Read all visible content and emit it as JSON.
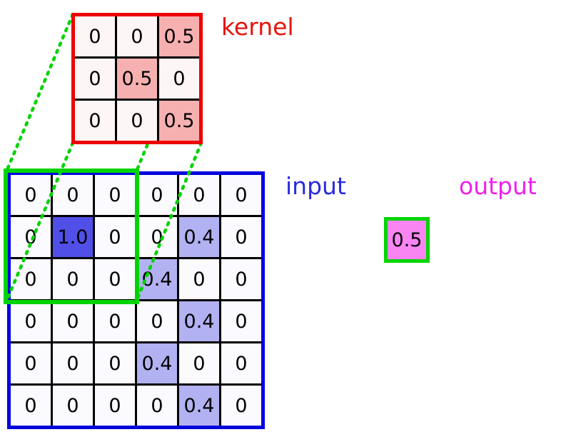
{
  "labels": {
    "kernel": "kernel",
    "input": "input",
    "output": "output"
  },
  "kernel": {
    "values": [
      [
        "0",
        "0",
        "0.5"
      ],
      [
        "0",
        "0.5",
        "0"
      ],
      [
        "0",
        "0",
        "0.5"
      ]
    ]
  },
  "input": {
    "values": [
      [
        "0",
        "0",
        "0",
        "0",
        "0",
        "0"
      ],
      [
        "0",
        "1.0",
        "0",
        "0",
        "0.4",
        "0"
      ],
      [
        "0",
        "0",
        "0",
        "0.4",
        "0",
        "0"
      ],
      [
        "0",
        "0",
        "0",
        "0",
        "0.4",
        "0"
      ],
      [
        "0",
        "0",
        "0",
        "0.4",
        "0",
        "0"
      ],
      [
        "0",
        "0",
        "0",
        "0",
        "0.4",
        "0"
      ]
    ]
  },
  "output": {
    "value": "0.5"
  },
  "colors": {
    "kernel_border": "#ee0000",
    "kernel_label": "#e81309",
    "kernel_zero_bg": "#fdf6f6",
    "kernel_active_bg": "#f7b0b0",
    "input_border": "#0000dd",
    "input_label": "#2a2ae0",
    "input_zero_bg": "#fafaff",
    "input_mid_bg": "#b2b2f2",
    "input_peak_bg": "#5050e8",
    "highlight_green": "#00d400",
    "output_label": "#ee22ee",
    "output_bg": "#f985f3",
    "grid_line": "#000000"
  }
}
